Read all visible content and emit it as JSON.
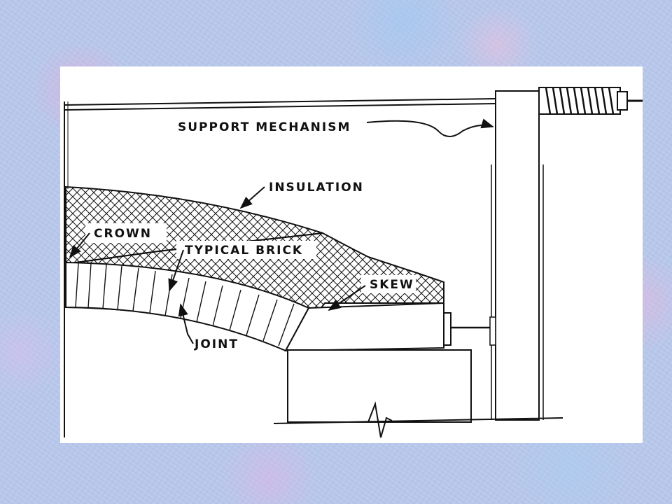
{
  "diagram": {
    "labels": {
      "support_mechanism": "SUPPORT MECHANISM",
      "insulation": "INSULATION",
      "crown": "CROWN",
      "typical_brick": "TYPICAL BRICK",
      "skew": "SKEW",
      "joint": "JOINT"
    }
  }
}
